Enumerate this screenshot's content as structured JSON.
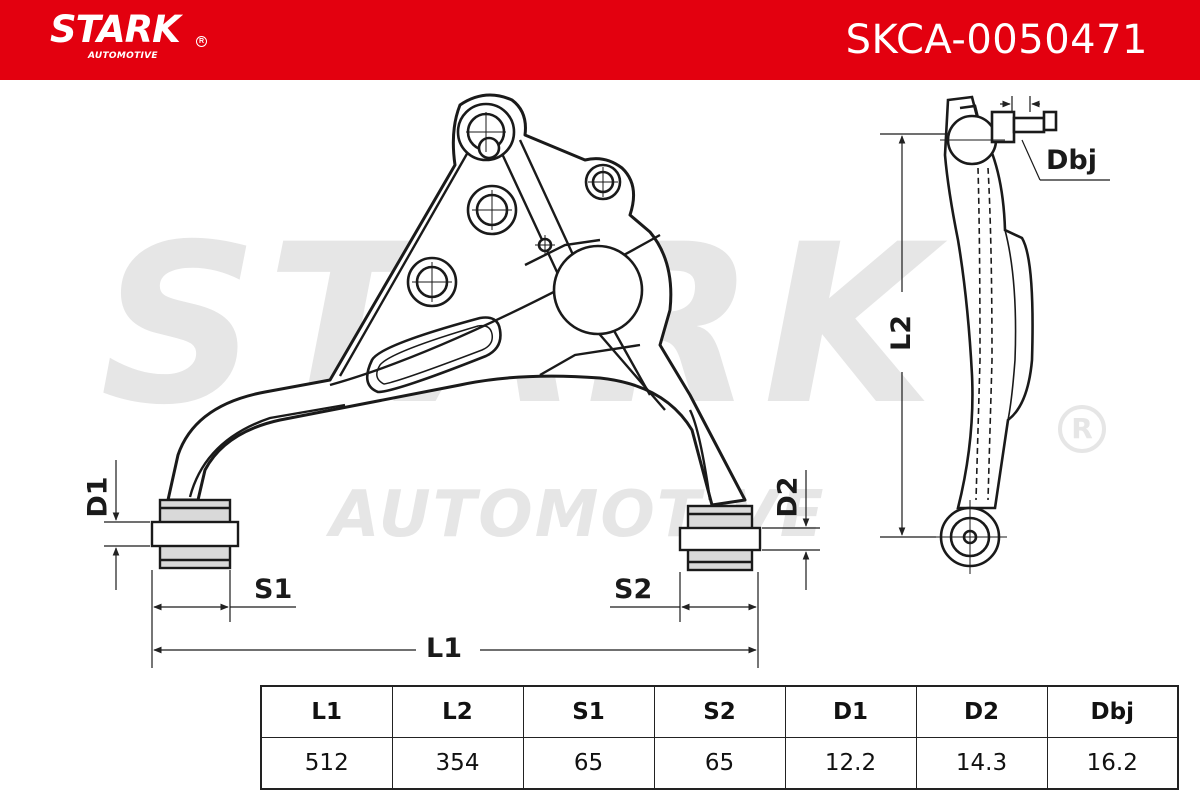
{
  "header": {
    "brand": "STARK",
    "brand_sub": "AUTOMOTIVE",
    "brand_reg": "R",
    "part_number": "SKCA-0050471",
    "background_color": "#e3000f"
  },
  "watermark": {
    "main": "STARK",
    "sub": "AUTOMOTIVE",
    "reg": "R"
  },
  "dimension_labels": {
    "d1": "D1",
    "d2": "D2",
    "s1": "S1",
    "s2": "S2",
    "l1": "L1",
    "l2": "L2",
    "dbj": "Dbj"
  },
  "specs_table": {
    "headers": [
      "L1",
      "L2",
      "S1",
      "S2",
      "D1",
      "D2",
      "Dbj"
    ],
    "values": [
      "512",
      "354",
      "65",
      "65",
      "12.2",
      "14.3",
      "16.2"
    ]
  }
}
